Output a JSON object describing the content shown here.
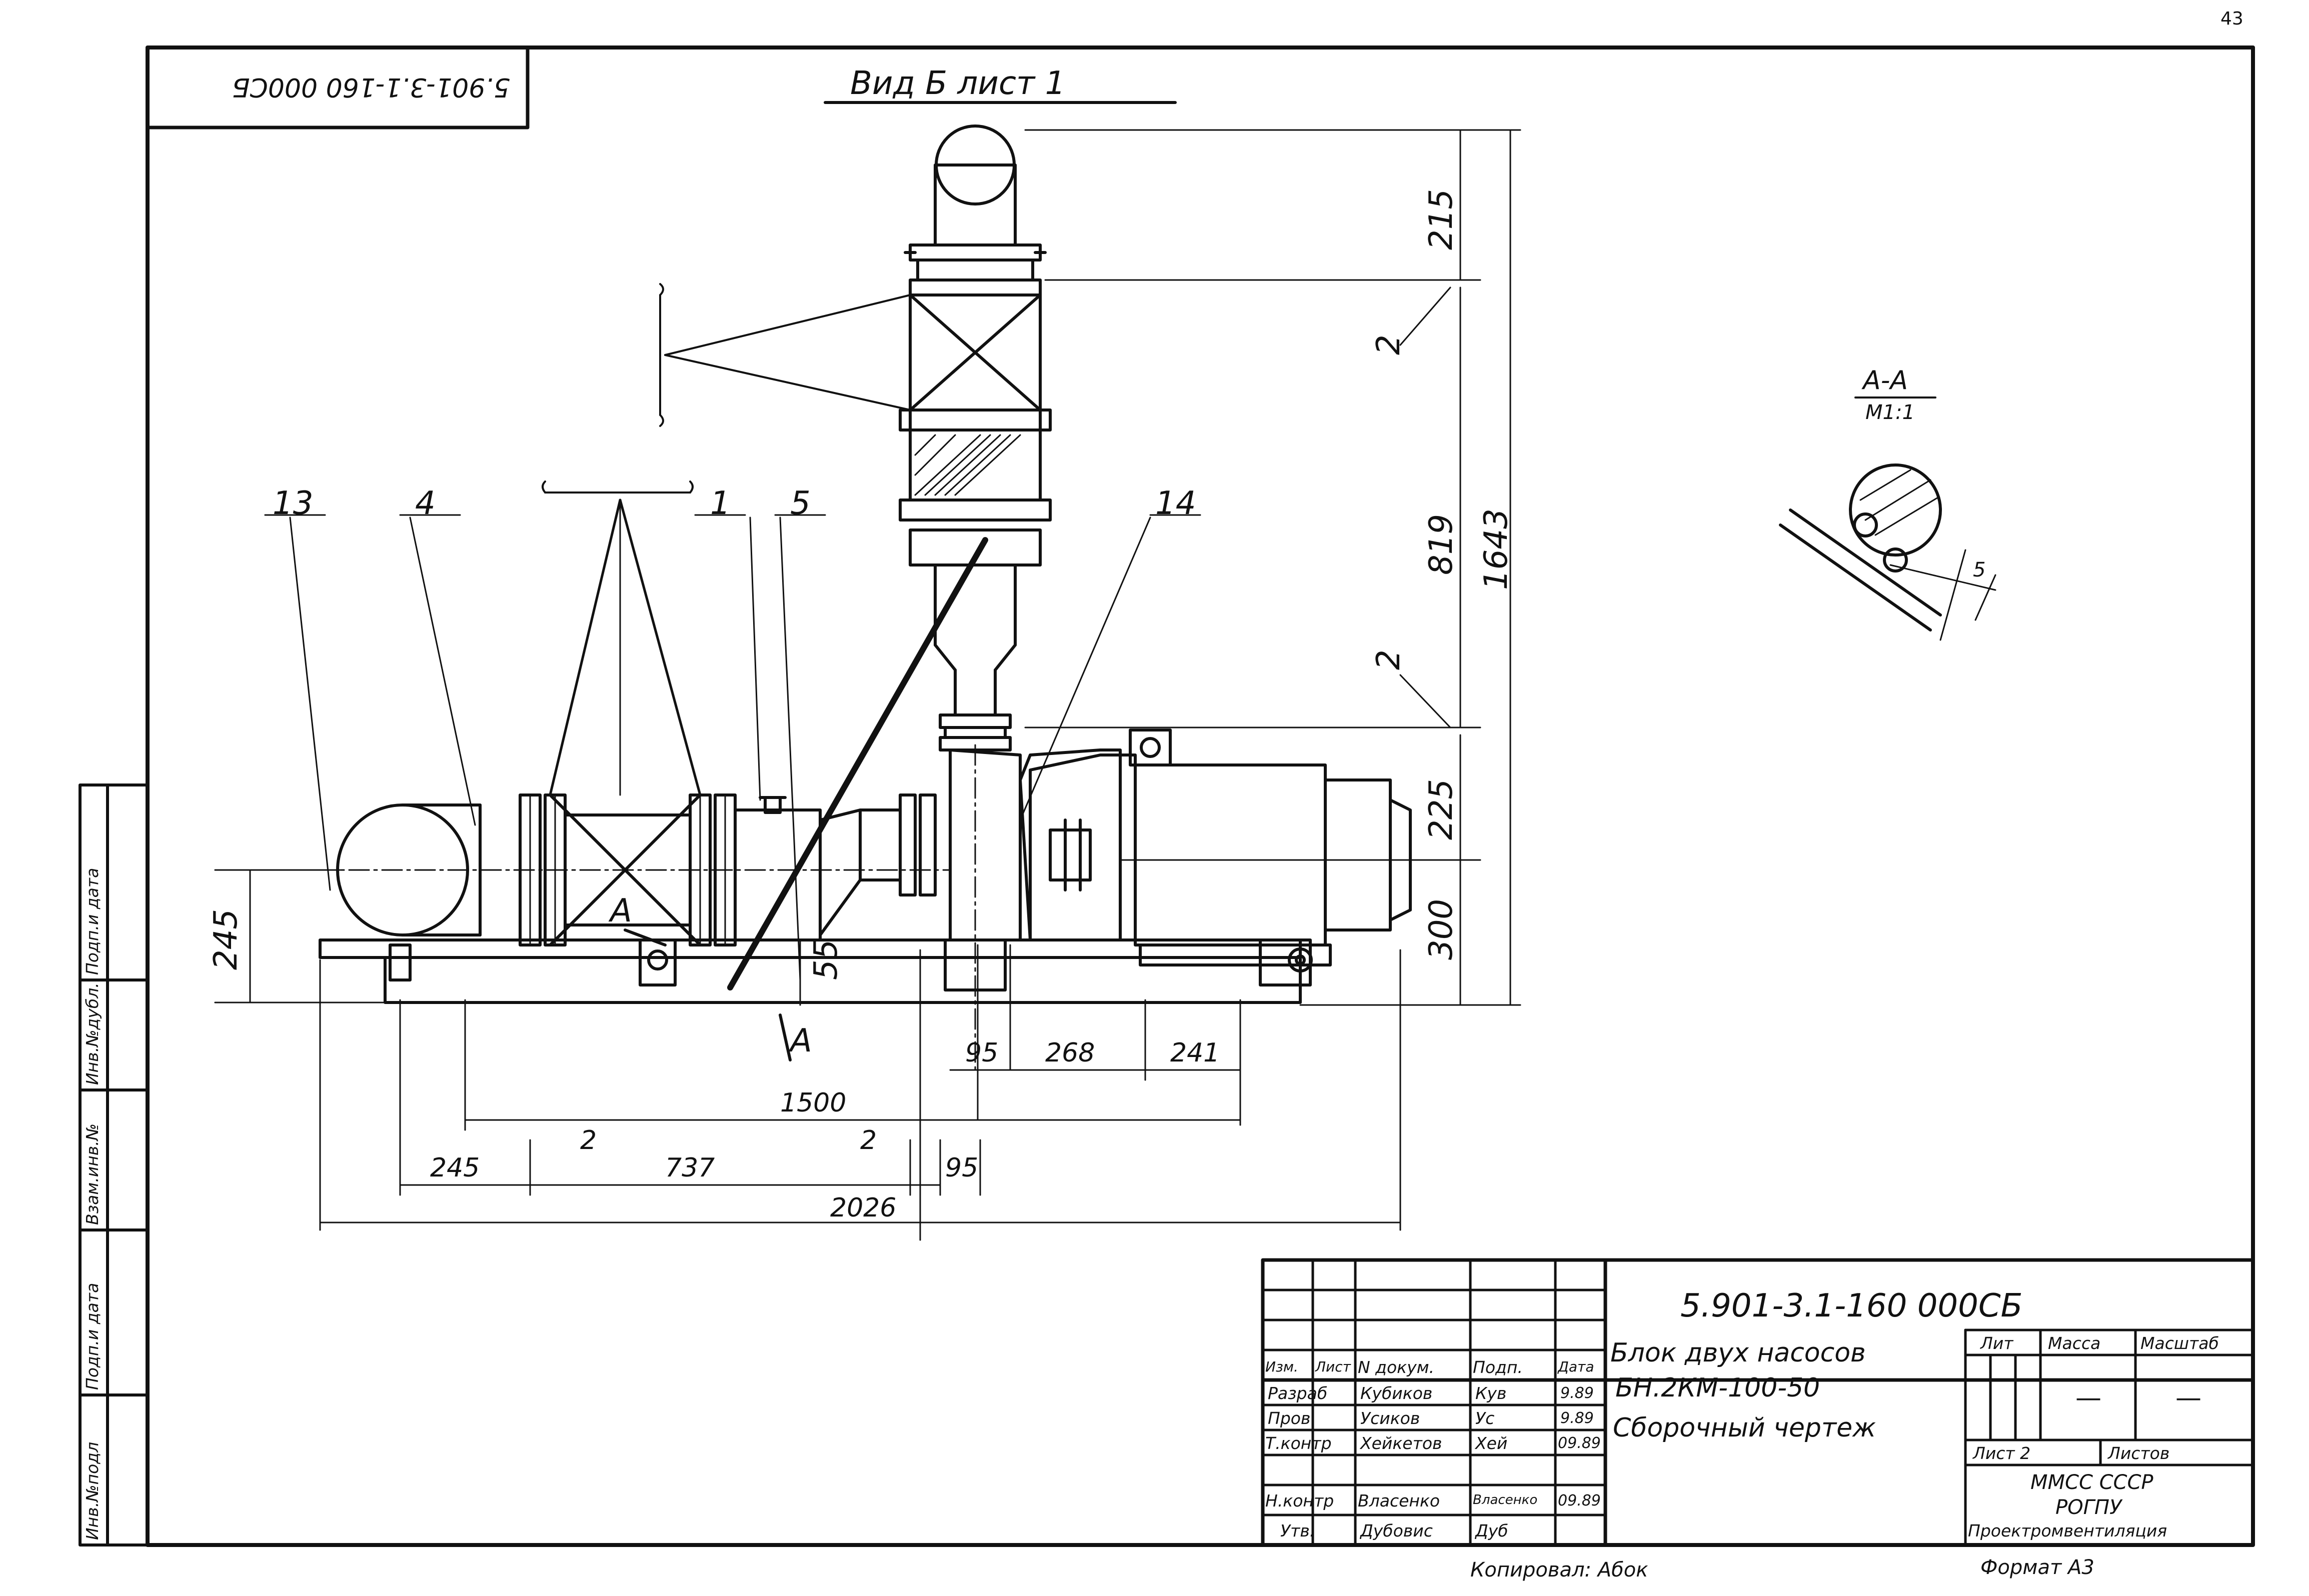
{
  "page_number": "43",
  "drawing_code_rotated": "5.901-3.1-160 000СБ",
  "view_title": "Вид Б лист 1",
  "section": {
    "title": "А-А",
    "scale": "М1:1",
    "dim": "5"
  },
  "callouts": [
    "13",
    "4",
    "1",
    "5",
    "14"
  ],
  "section_marks": [
    "А",
    "А"
  ],
  "dimensions": {
    "d215": "215",
    "d819": "819",
    "d1643": "1643",
    "d225": "225",
    "d300": "300",
    "d245_v": "245",
    "d55": "55",
    "d2_a": "2",
    "d2_b": "2",
    "d95_a": "95",
    "d268": "268",
    "d241": "241",
    "d1500": "1500",
    "d245_h": "245",
    "d737": "737",
    "d95_b": "95",
    "d2_c": "2",
    "d2_d": "2",
    "d2026": "2026"
  },
  "side_stamp": [
    "Инв.№подл",
    "Подп.и дата",
    "Взам.инв.№",
    "Инв.№дубл.",
    "Подп.и дата"
  ],
  "title_block": {
    "code": "5.901-3.1-160 000СБ",
    "name_1": "Блок двух насосов",
    "name_2": "БН.2КМ-100-50",
    "name_3": "Сборочный чертеж",
    "header": {
      "izm": "Изм.",
      "list": "Лист",
      "doc": "N докум.",
      "podp": "Подп.",
      "data": "Дата"
    },
    "rows": [
      {
        "role": "Разраб",
        "name": "Кубиков",
        "sign": "Кув",
        "date": "9.89"
      },
      {
        "role": "Пров",
        "name": "Усиков",
        "sign": "Ус",
        "date": "9.89"
      },
      {
        "role": "Т.контр",
        "name": "Хейкетов",
        "sign": "Хей",
        "date": "09.89"
      },
      {
        "role": "",
        "name": "",
        "sign": "",
        "date": ""
      },
      {
        "role": "Н.контр",
        "name": "Власенко",
        "sign": "Власенко",
        "date": "09.89"
      },
      {
        "role": "Утв.",
        "name": "Дубовис",
        "sign": "Дуб",
        "date": ""
      }
    ],
    "lit_label": "Лит",
    "mass_label": "Масса",
    "scale_label": "Масштаб",
    "mass_value": "—",
    "scale_value": "—",
    "sheet_label": "Лист 2",
    "sheets_label": "Листов",
    "org_1": "ММСС СССР",
    "org_2": "РОГПУ",
    "org_3": "Проектромвентиляция",
    "kopiroval": "Копировал: Абок",
    "format": "Формат А3"
  }
}
